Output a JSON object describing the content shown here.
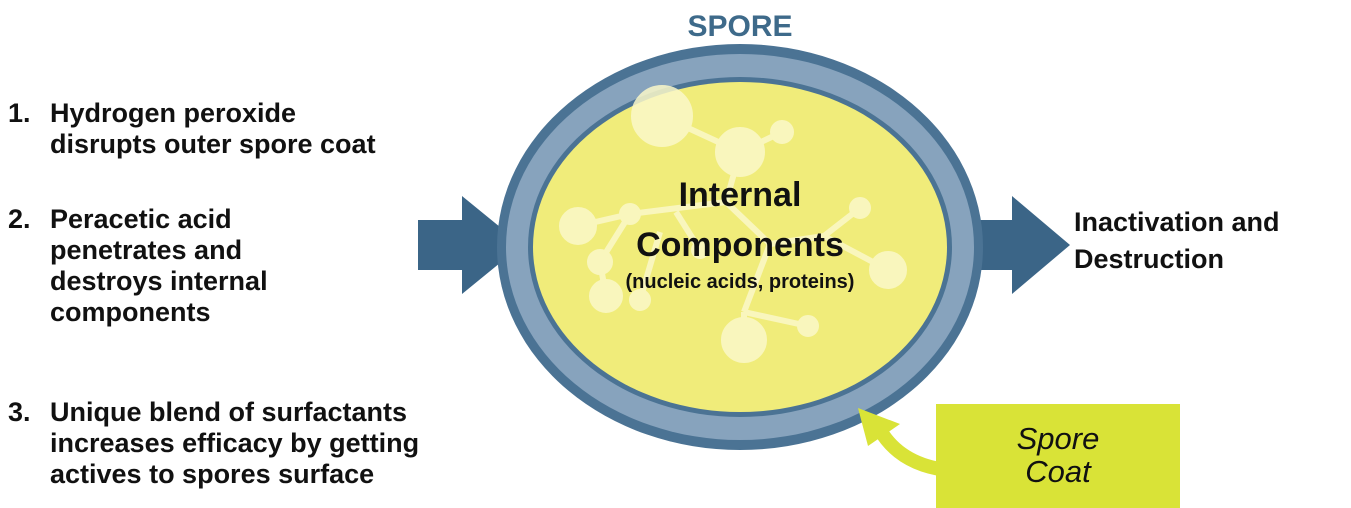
{
  "spore_label": "SPORE",
  "steps": [
    {
      "num": "1.",
      "text": "Hydrogen peroxide\ndisrupts outer spore coat"
    },
    {
      "num": "2.",
      "text": "Peracetic acid\npenetrates and\ndestroys internal\ncomponents"
    },
    {
      "num": "3.",
      "text": "Unique blend of surfactants\nincreases efficacy by getting\nactives to spores surface"
    }
  ],
  "center": {
    "line1": "Internal",
    "line2": "Components",
    "subtitle": "(nucleic acids, proteins)"
  },
  "result_text": "Inactivation and\nDestruction",
  "coat_label": {
    "line1": "Spore",
    "line2": "Coat"
  },
  "colors": {
    "title_blue": "#3e6a8a",
    "arrow_blue": "#3b6587",
    "coat_outer": "#4b7394",
    "coat_inner": "#87a3bd",
    "core_yellow": "#f0ec7a",
    "label_box": "#d9e337"
  }
}
